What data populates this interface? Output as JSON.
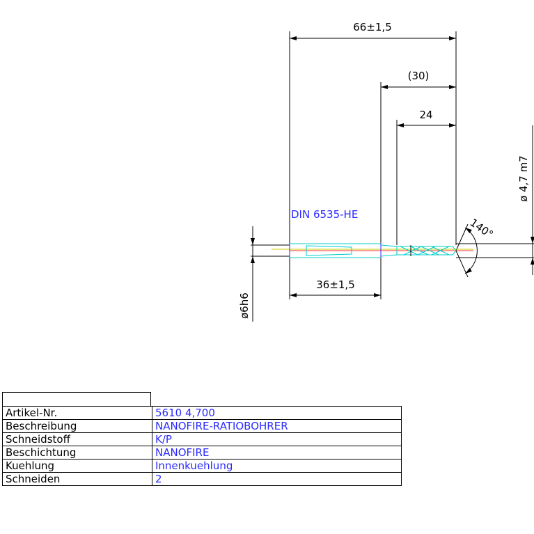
{
  "dimensions": {
    "total_length": "66±1,5",
    "flute_length_ref": "(30)",
    "cutting_length": "24",
    "diameter": "ø 4,7 m7",
    "shank_length": "36±1,5",
    "shank_diameter": "ø6h6",
    "point_angle": "140°"
  },
  "standard_label": "DIN 6535-HE",
  "spec_table": [
    {
      "label": "Artikel-Nr.",
      "value": "5610 4,700"
    },
    {
      "label": "Beschreibung",
      "value": "NANOFIRE-RATIOBOHRER"
    },
    {
      "label": "Schneidstoff",
      "value": "K/P"
    },
    {
      "label": "Beschichtung",
      "value": "NANOFIRE"
    },
    {
      "label": "Kuehlung",
      "value": "Innenkuehlung"
    },
    {
      "label": "Schneiden",
      "value": "2"
    }
  ],
  "colors": {
    "line": "#000000",
    "text_blue": "#2a2aff",
    "tool_cyan": "#00cccc",
    "axis_yellow": "#cccc00",
    "axis_red": "#ff0000"
  }
}
